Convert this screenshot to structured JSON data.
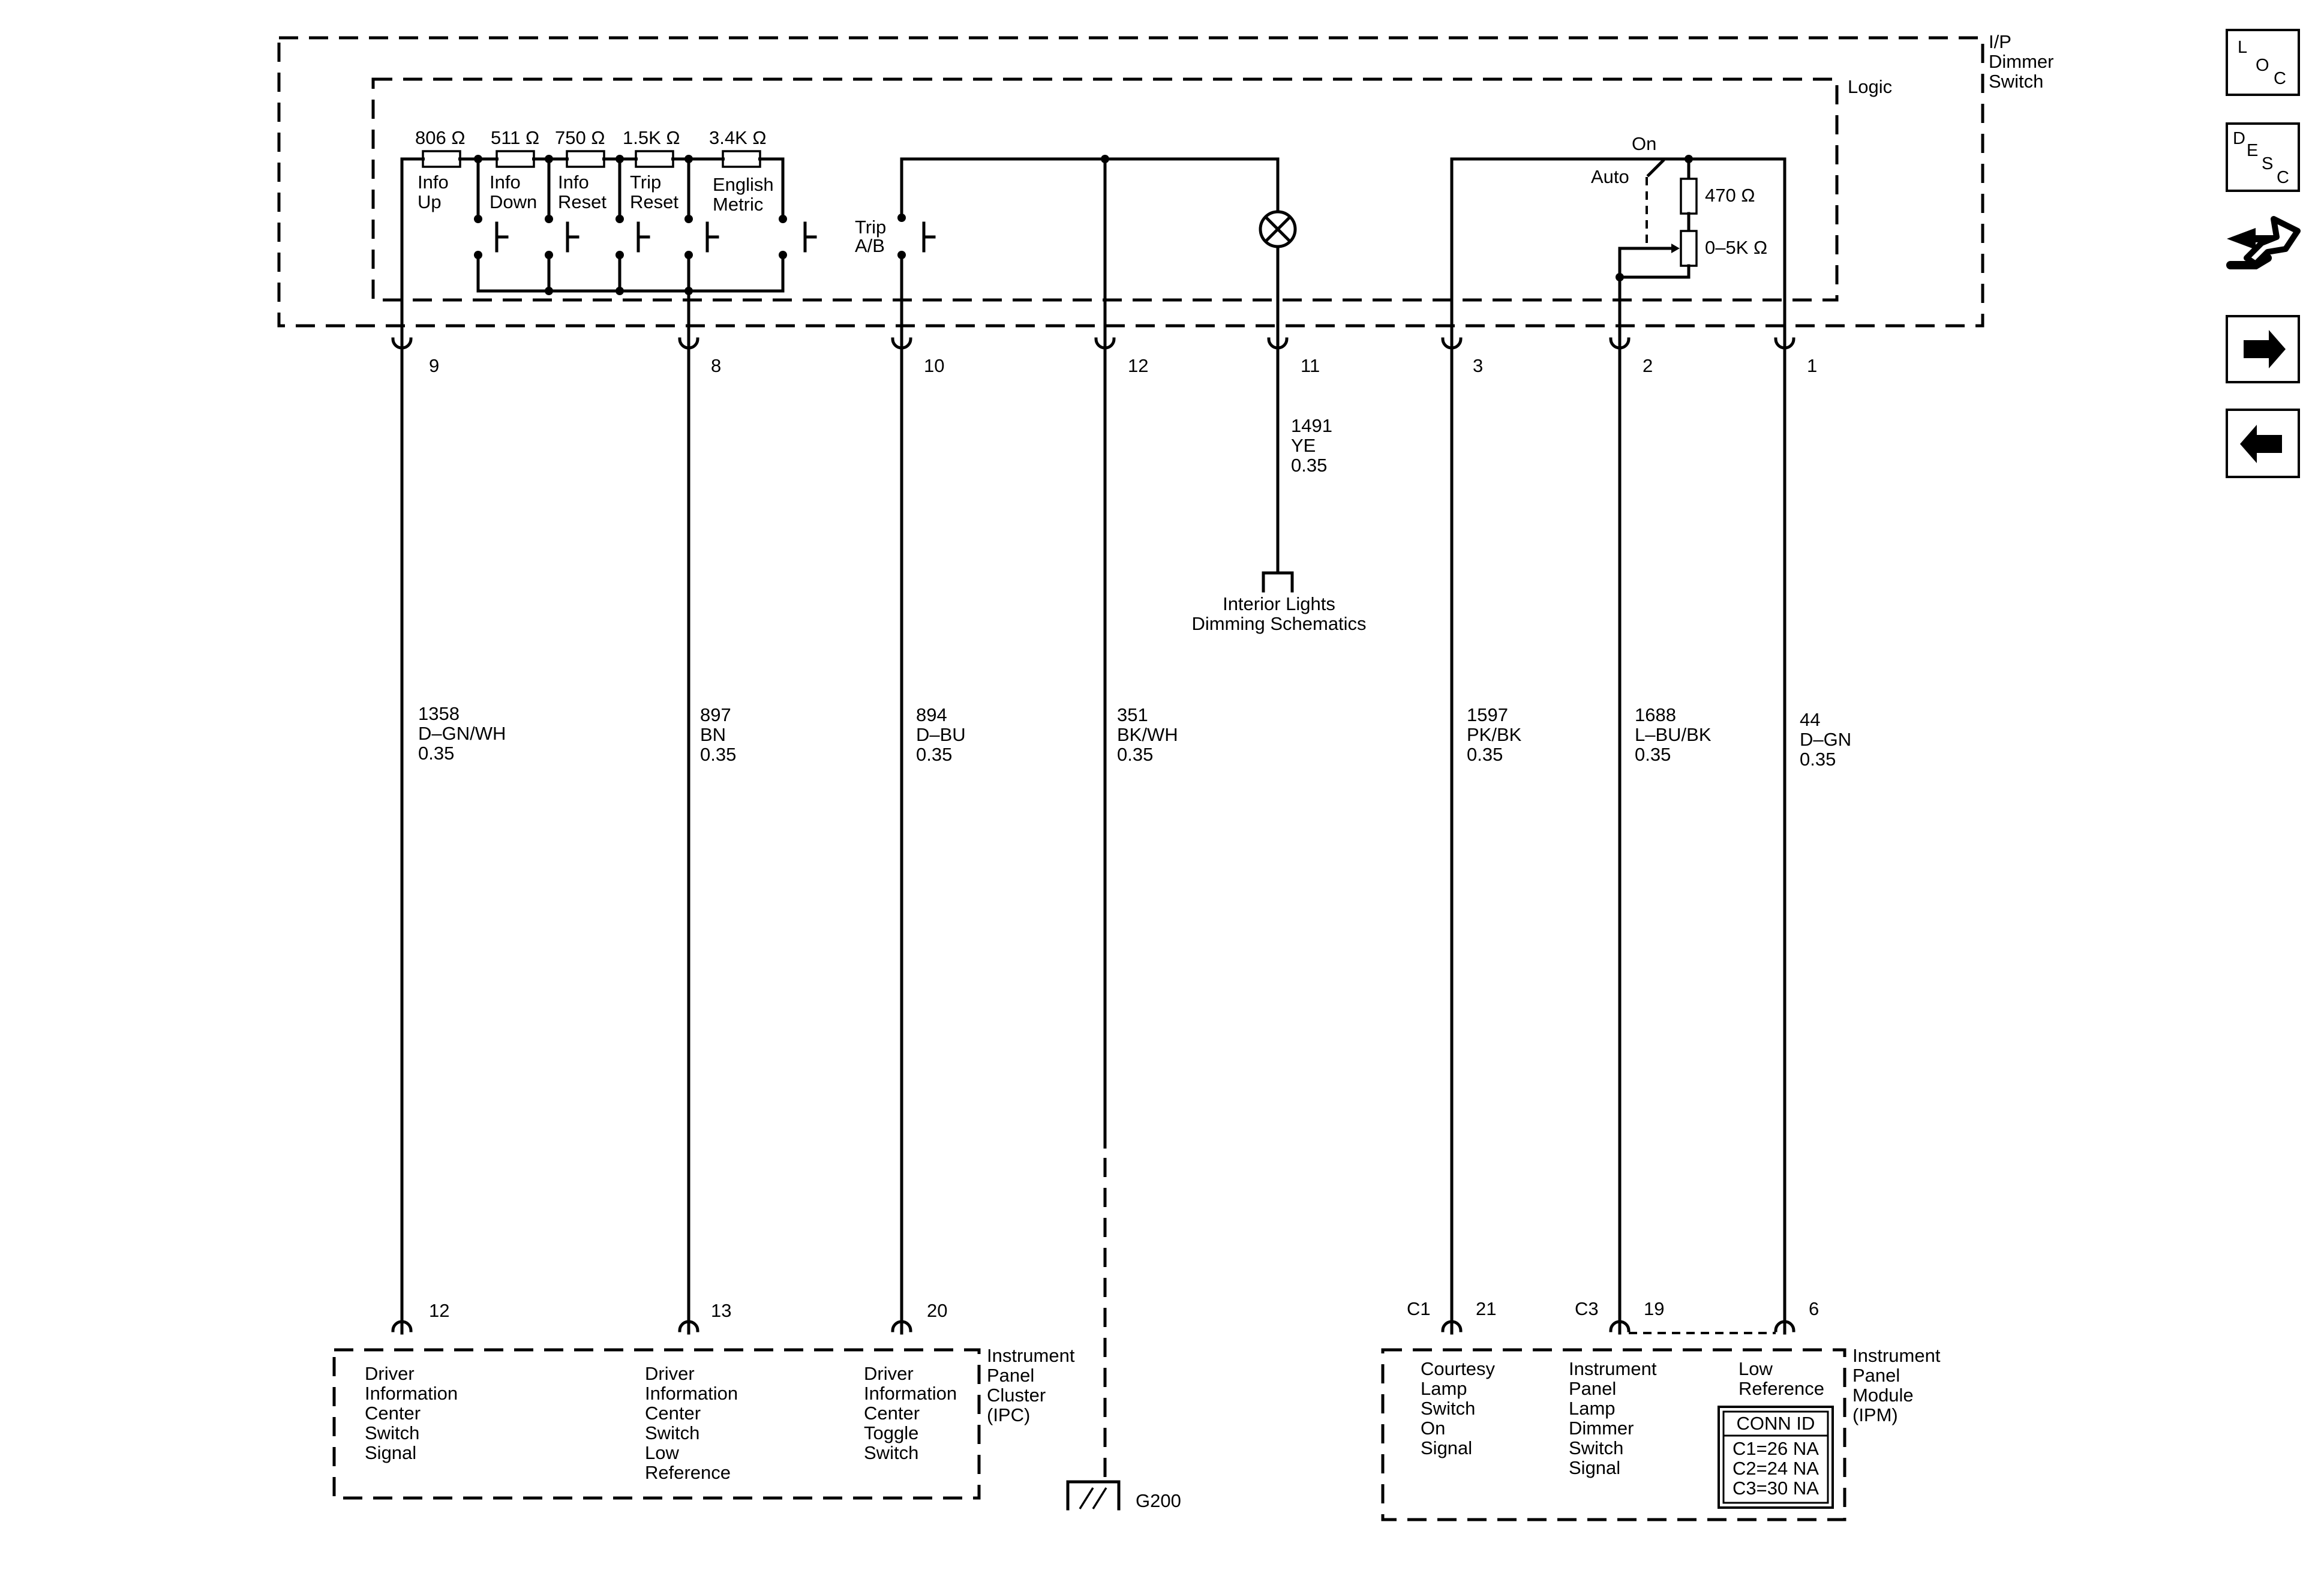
{
  "components": {
    "dimmer_switch": {
      "lines": [
        "I/P",
        "Dimmer",
        "Switch"
      ]
    },
    "logic": "Logic",
    "resistors": [
      {
        "value": "806 Ω",
        "label": [
          "Info",
          "Up"
        ]
      },
      {
        "value": "511 Ω",
        "label": [
          "Info",
          "Down"
        ]
      },
      {
        "value": "750 Ω",
        "label": [
          "Info",
          "Reset"
        ]
      },
      {
        "value": "1.5K Ω",
        "label": [
          "Trip",
          "Reset"
        ]
      },
      {
        "value": "3.4K Ω",
        "label": [
          "English",
          "Metric"
        ]
      }
    ],
    "trip_switch": [
      "Trip",
      "A/B"
    ],
    "on_label": "On",
    "auto_label": "Auto",
    "r470": "470 Ω",
    "pot": "0–5K Ω"
  },
  "pins_top": [
    "9",
    "8",
    "10",
    "12",
    "11",
    "3",
    "2",
    "1"
  ],
  "wires": [
    {
      "circuit": "1358",
      "color": "D–GN/WH",
      "gauge": "0.35"
    },
    {
      "circuit": "897",
      "color": "BN",
      "gauge": "0.35"
    },
    {
      "circuit": "894",
      "color": "D–BU",
      "gauge": "0.35"
    },
    {
      "circuit": "351",
      "color": "BK/WH",
      "gauge": "0.35"
    },
    {
      "circuit": "1491",
      "color": "YE",
      "gauge": "0.35"
    },
    {
      "circuit": "1597",
      "color": "PK/BK",
      "gauge": "0.35"
    },
    {
      "circuit": "1688",
      "color": "L–BU/BK",
      "gauge": "0.35"
    },
    {
      "circuit": "44",
      "color": "D–GN",
      "gauge": "0.35"
    }
  ],
  "interior_lights": [
    "Interior Lights",
    "Dimming Schematics"
  ],
  "ground": "G200",
  "ipc": {
    "pins": [
      "12",
      "13",
      "20"
    ],
    "name": [
      "Instrument",
      "Panel",
      "Cluster",
      "(IPC)"
    ],
    "signals": [
      [
        "Driver",
        "Information",
        "Center",
        "Switch",
        "Signal"
      ],
      [
        "Driver",
        "Information",
        "Center",
        "Switch",
        "Low",
        "Reference"
      ],
      [
        "Driver",
        "Information",
        "Center",
        "Toggle",
        "Switch"
      ]
    ]
  },
  "ipm": {
    "connectors": [
      "C1",
      "C3"
    ],
    "pins": [
      "21",
      "19",
      "6"
    ],
    "name": [
      "Instrument",
      "Panel",
      "Module",
      "(IPM)"
    ],
    "signals": [
      [
        "Courtesy",
        "Lamp",
        "Switch",
        "On",
        "Signal"
      ],
      [
        "Instrument",
        "Panel",
        "Lamp",
        "Dimmer",
        "Switch",
        "Signal"
      ],
      [
        "Low",
        "Reference"
      ]
    ],
    "conn_id": {
      "title": "CONN ID",
      "rows": [
        "C1=26 NA",
        "C2=24 NA",
        "C3=30 NA"
      ]
    }
  },
  "nav_icons": [
    {
      "name": "loc-icon",
      "letters": [
        "L",
        "O",
        "C"
      ]
    },
    {
      "name": "desc-icon",
      "letters": [
        "D",
        "E",
        "S",
        "C"
      ]
    },
    {
      "name": "connector-tool-icon"
    },
    {
      "name": "arrow-right-icon"
    },
    {
      "name": "arrow-left-icon"
    }
  ]
}
